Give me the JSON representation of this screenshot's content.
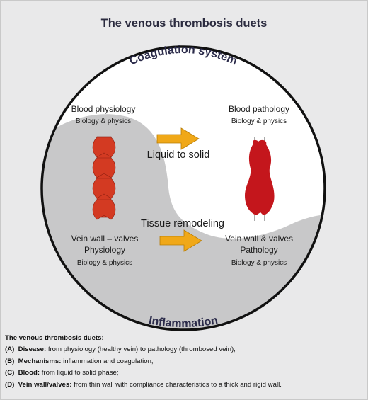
{
  "title": "The venous thrombosis duets",
  "ring": {
    "top": "Coagulation system",
    "bottom": "Inflammation"
  },
  "left_top": {
    "heading": "Blood physiology",
    "sub": "Biology & physics"
  },
  "right_top": {
    "heading": "Blood pathology",
    "sub": "Biology & physics"
  },
  "arrow_top_label": "Liquid to solid",
  "arrow_bottom_label": "Tissue remodeling",
  "left_bottom": {
    "line1": "Vein wall – valves",
    "line2": "Physiology",
    "sub": "Biology & physics"
  },
  "right_bottom": {
    "line1": "Vein wall & valves",
    "line2": "Pathology",
    "sub": "Biology & physics"
  },
  "legend": {
    "title": "The venous thrombosis duets:",
    "items": [
      {
        "letter": "(A)",
        "term": "Disease:",
        "text": "from physiology (healthy vein) to pathology (thrombosed vein);"
      },
      {
        "letter": "(B)",
        "term": "Mechanisms:",
        "text": "inflammation and coagulation;"
      },
      {
        "letter": "(C)",
        "term": "Blood:",
        "text": "from liquid to solid phase;"
      },
      {
        "letter": "(D)",
        "term": "Vein wall/valves:",
        "text": "from thin wall with compliance characteristics to a thick and rigid wall."
      }
    ]
  },
  "colors": {
    "frame_bg": "#e9e9ea",
    "grey_region": "#c8c8c9",
    "arrow": "#f0a818",
    "vein": "#d33a22",
    "clot": "#c4161c",
    "ring_text": "#2b2b4a"
  }
}
